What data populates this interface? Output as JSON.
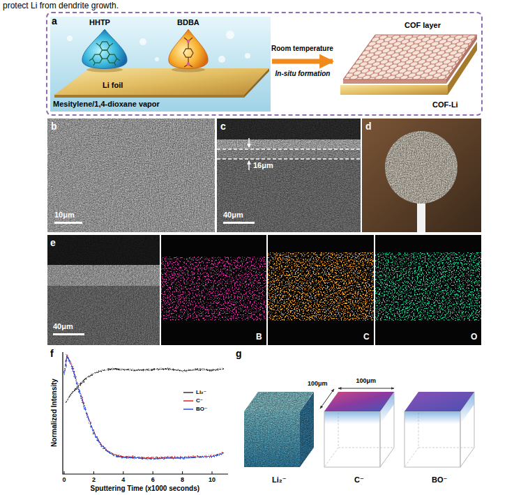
{
  "diagram": {
    "nodes": [
      {
        "text": [
          "a"
        ]
      },
      {
        "text": [
          "HHTP",
          "BDBA",
          "Li foil",
          "Mesitylene/1,4-dioxane vapor"
        ],
        "in": 0
      },
      {
        "text": [
          "COF layer",
          "COF-Li"
        ],
        "in": 0
      }
    ],
    "edges": [
      {
        "from": 1,
        "to": 2,
        "arrow": "to",
        "label": "Room temperature"
      }
    ],
    "labels": [
      "protect Li from dendrite growth.",
      "In-situ formation",
      "b",
      "10μm",
      "c",
      "40μm",
      "16μm",
      "d",
      "e",
      "40μm",
      "B",
      "C",
      "O",
      "f",
      "Normalized Intensity",
      "Sputtering Time (x1000 seconds)",
      "0",
      "2",
      "4",
      "6",
      "8",
      "10",
      "g",
      "100μm",
      "100μm",
      "Li₂⁻",
      "C⁻",
      "BO⁻"
    ],
    "legend": [
      {
        "text": "Li₂⁻"
      },
      {
        "text": "C⁻"
      },
      {
        "text": "BO⁻"
      }
    ]
  }
}
